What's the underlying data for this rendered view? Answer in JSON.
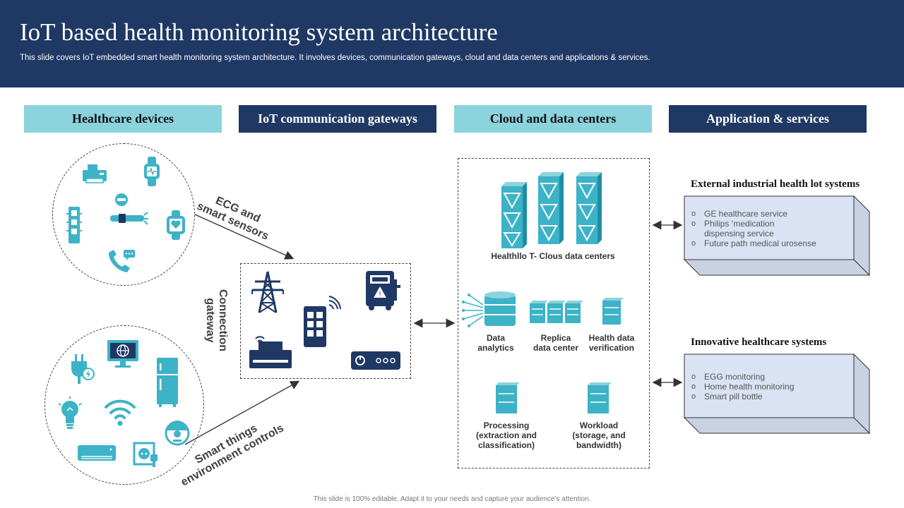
{
  "slide": {
    "title": "IoT based health monitoring system architecture",
    "subtitle": "This slide covers IoT embedded smart health monitoring system architecture. It involves devices, communication gateways, cloud and data centers and applications & services.",
    "footer": "This slide is 100% editable. Adapt it to your needs and capture your audience’s attention."
  },
  "categories": [
    {
      "label": "Healthcare devices"
    },
    {
      "label": "IoT communication gateways"
    },
    {
      "label": "Cloud and data centers"
    },
    {
      "label": "Application & services"
    }
  ],
  "connectors": {
    "ecg_line1": "ECG and",
    "ecg_line2": "smart sensors",
    "gateway_line1": "Connection",
    "gateway_line2": "gateway",
    "smart_line1": "Smart things",
    "smart_line2": "environment controls"
  },
  "cloud": {
    "datacenters_label": "Healthllo T- Clous data centers",
    "items": [
      {
        "line1": "Data",
        "line2": "analytics"
      },
      {
        "line1": "Replica",
        "line2": "data center"
      },
      {
        "line1": "Health data",
        "line2": "verification"
      },
      {
        "line1": "Processing",
        "line2": "(extraction and",
        "line3": "classification)"
      },
      {
        "line1": "Workload",
        "line2": "(storage, and",
        "line3": "bandwidth)"
      }
    ]
  },
  "applications": {
    "external": {
      "heading": "External industrial health lot systems",
      "items": [
        "GE healthcare service",
        "Philips ‘medication",
        "dispensing service",
        "Future path medical urosense"
      ]
    },
    "innovative": {
      "heading": "Innovative healthcare systems",
      "items": [
        "EGG monitoring",
        "Home health monitoring",
        "Smart pill bottle"
      ]
    }
  },
  "colors": {
    "navy": "#1f3864",
    "teal": "#3cb3c7",
    "light_teal": "#8bd3dd",
    "box_fill": "#dae3f3"
  },
  "icons": [
    "printer-icon",
    "smartwatch-icon",
    "memory-chip-icon",
    "body-sensor-icon",
    "heart-watch-icon",
    "phone-icon",
    "plug-icon",
    "monitor-globe-icon",
    "fridge-icon",
    "lightbulb-icon",
    "wifi-icon",
    "robot-vacuum-icon",
    "air-conditioner-icon",
    "socket-icon",
    "tower-icon",
    "smartphone-icon",
    "electric-meter-icon",
    "router-icon",
    "modem-icon",
    "server-icon",
    "database-icon"
  ]
}
